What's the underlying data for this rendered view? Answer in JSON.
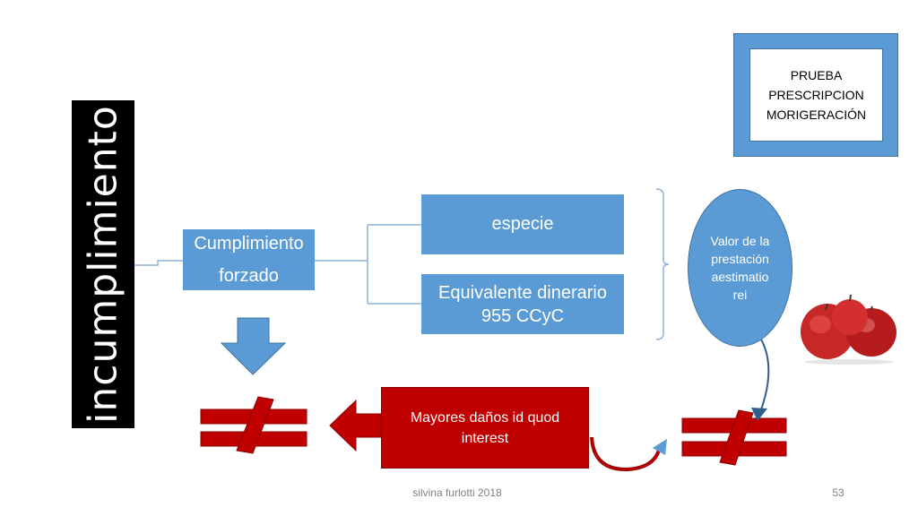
{
  "vertical_title": "incumplimiento",
  "cumplimiento_forzado": {
    "line1": "Cumplimiento",
    "line2": "forzado"
  },
  "especie": "especie",
  "equivalente": {
    "line1": "Equivalente dinerario",
    "line2": "955 CCyC"
  },
  "prueba_box": {
    "line1": "PRUEBA",
    "line2": "PRESCRIPCION",
    "line3": "MORIGERACIÓN"
  },
  "valor_prestacion": {
    "line1": "Valor de la",
    "line2": "prestación",
    "line3": "aestimatio",
    "line4": "rei"
  },
  "mayores_danos": {
    "line1": "Mayores daños id quod",
    "line2": "interest"
  },
  "footer": {
    "author": "silvina furlotti 2018",
    "page": "53"
  },
  "colors": {
    "box_blue": "#5b9bd5",
    "box_blue_border": "#41719c",
    "red": "#c00000",
    "connector": "#8fb1d9"
  },
  "icons": {
    "down_arrow": "down-arrow-icon",
    "not_equal": "not-equal-icon",
    "left_arrow": "left-arrow-icon",
    "curved_arrow": "curved-arrow-icon",
    "apples": "apples-icon"
  }
}
